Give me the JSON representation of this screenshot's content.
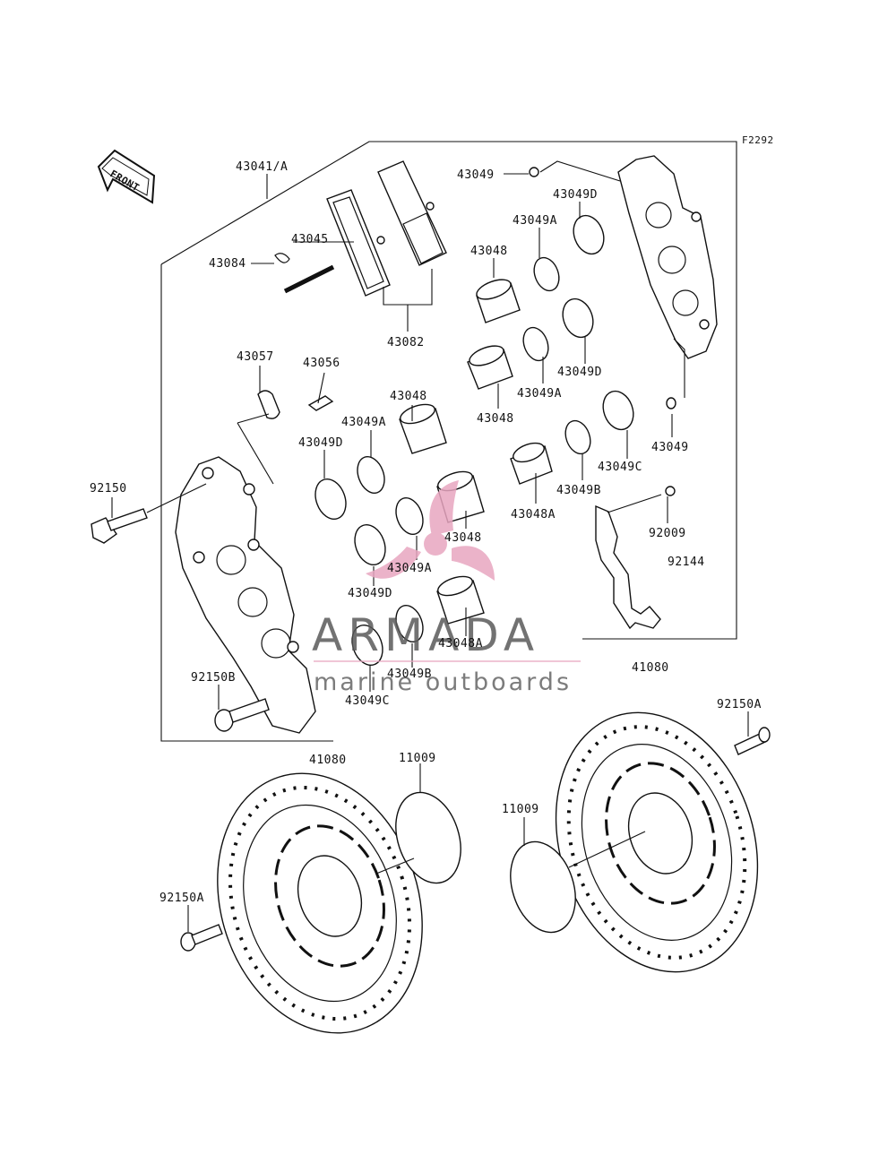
{
  "figure_code": "F2292",
  "front_marker": "FRONT",
  "watermark": {
    "title": "ARMADA",
    "subtitle": "marine outboards",
    "accent_color": "#e8a6c0"
  },
  "labels": {
    "l43041A": "43041/A",
    "l43045": "43045",
    "l43084": "43084",
    "l43082": "43082",
    "l43049_top": "43049",
    "l43049D_top": "43049D",
    "l43049A_top": "43049A",
    "l43048_top": "43048",
    "l43049D_r": "43049D",
    "l43049A_r": "43049A",
    "l43048_r": "43048",
    "l43049_r": "43049",
    "l43049C_r": "43049C",
    "l43049B_r": "43049B",
    "l43048A_r": "43048A",
    "l92009": "92009",
    "l92144": "92144",
    "l43057": "43057",
    "l43056": "43056",
    "l43048_l": "43048",
    "l43049A_l": "43049A",
    "l43049D_l": "43049D",
    "l92150": "92150",
    "l43048_m": "43048",
    "l43049A_m": "43049A",
    "l43049D_m": "43049D",
    "l43048A_m": "43048A",
    "l43049B_m": "43049B",
    "l43049C_m": "43049C",
    "l92150B": "92150B",
    "l41080_r": "41080",
    "l92150A_r": "92150A",
    "l41080_l": "41080",
    "l11009_l": "11009",
    "l11009_r": "11009",
    "l92150A_l": "92150A"
  }
}
